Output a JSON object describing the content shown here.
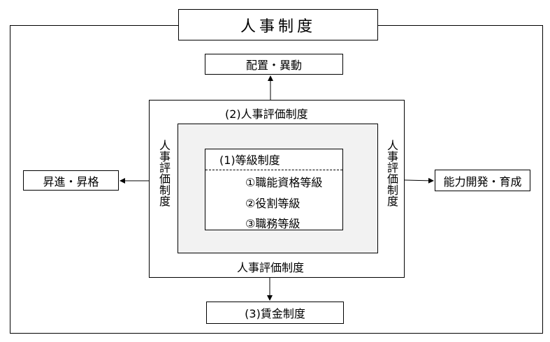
{
  "diagram": {
    "title": "人事制度",
    "placement": "配置・異動",
    "promotion": "昇進・昇格",
    "development": "能力開発・育成",
    "wage_system": "(3)賃金制度",
    "evaluation_top": "(2)人事評価制度",
    "evaluation_left": "人事評価制度",
    "evaluation_right": "人事評価制度",
    "evaluation_bottom": "人事評価制度",
    "grade_system": {
      "title": "(1)等級制度",
      "items": [
        "①職能資格等級",
        "②役割等級",
        "③職務等級"
      ]
    }
  }
}
